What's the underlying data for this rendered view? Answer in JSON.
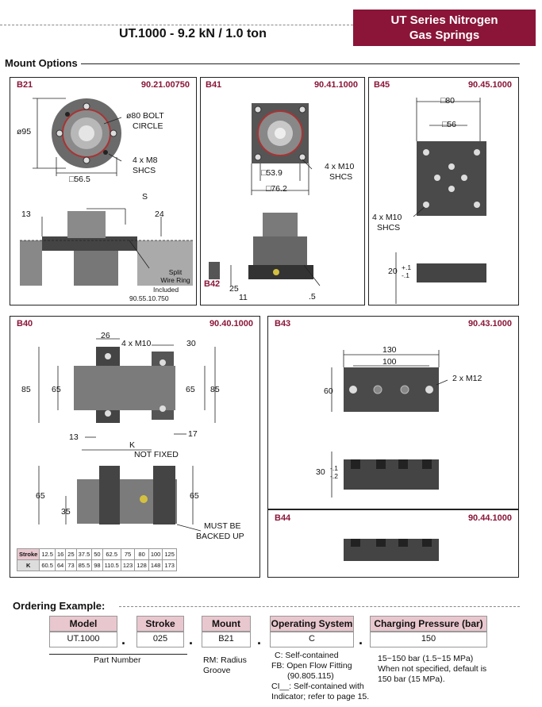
{
  "header": {
    "title": "UT.1000 - 9.2 kN / 1.0 ton",
    "series_line1": "UT Series Nitrogen",
    "series_line2": "Gas Springs",
    "accent_color": "#8a1538"
  },
  "mount_options": {
    "heading": "Mount Options",
    "b21": {
      "name": "B21",
      "part": "90.21.00750",
      "dia95": "ø95",
      "bolt1": "ø80 BOLT",
      "bolt2": "CIRCLE",
      "screw1": "4 x M8",
      "screw2": "SHCS",
      "sq": "□56.5",
      "s": "S",
      "d13": "13",
      "d24": "24",
      "note1": "Split",
      "note2": "Wire Ring",
      "note3": "Included",
      "note4": "90.55.10.750"
    },
    "b41": {
      "name": "B41",
      "part": "90.41.1000",
      "screw1": "4 x M10",
      "screw2": "SHCS",
      "sq1": "□53.9",
      "sq2": "□76.2",
      "b42": "B42",
      "d25": "25",
      "d11": "11",
      "d5": ".5"
    },
    "b45": {
      "name": "B45",
      "part": "90.45.1000",
      "sq80": "□80",
      "sq56": "□56",
      "screw1": "4 x M10",
      "screw2": "SHCS",
      "t20": "20",
      "tol_plus": "+.1",
      "tol_minus": "-.1"
    },
    "b40": {
      "name": "B40",
      "part": "90.40.1000",
      "d26": "26",
      "screw": "4 x M10",
      "d30": "30",
      "d85l": "85",
      "d65l": "65",
      "d65r": "65",
      "d85r": "85",
      "d13": "13",
      "d17": "17",
      "k": "K",
      "notfixed": "NOT FIXED",
      "d65a": "65",
      "d35": "35",
      "d65b": "65",
      "backed1": "MUST BE",
      "backed2": "BACKED UP",
      "stroke_label": "Stroke",
      "k_label": "K",
      "strokes": [
        "12.5",
        "16",
        "25",
        "37.5",
        "50",
        "62.5",
        "75",
        "80",
        "100",
        "125"
      ],
      "k_values": [
        "60.5",
        "64",
        "73",
        "85.5",
        "98",
        "110.5",
        "123",
        "128",
        "148",
        "173"
      ]
    },
    "b43": {
      "name": "B43",
      "part": "90.43.1000",
      "d130": "130",
      "d100": "100",
      "screw": "2 x M12",
      "d60": "60",
      "t30": "30",
      "tol_plus": "-.1",
      "tol_minus": "-.2"
    },
    "b44": {
      "name": "B44",
      "part": "90.44.1000"
    }
  },
  "ordering": {
    "heading": "Ordering Example:",
    "model_head": "Model",
    "model_val": "UT.1000",
    "stroke_head": "Stroke",
    "stroke_val": "025",
    "mount_head": "Mount",
    "mount_val": "B21",
    "op_head": "Operating System",
    "op_val": "C",
    "press_head": "Charging Pressure (bar)",
    "press_val": "150",
    "sep": ".",
    "part_number": "Part Number",
    "rm1": "RM: Radius",
    "rm2": "Groove",
    "op1": "C: Self-contained",
    "op2": "FB: Open Flow Fitting",
    "op3": "(90.805.115)",
    "op4": "CI__: Self-contained with",
    "op5": "Indicator; refer to page 15.",
    "pr1": "15~150 bar (1.5~15 MPa)",
    "pr2": "When not specified, default is",
    "pr3": "150 bar (15 MPa)."
  }
}
